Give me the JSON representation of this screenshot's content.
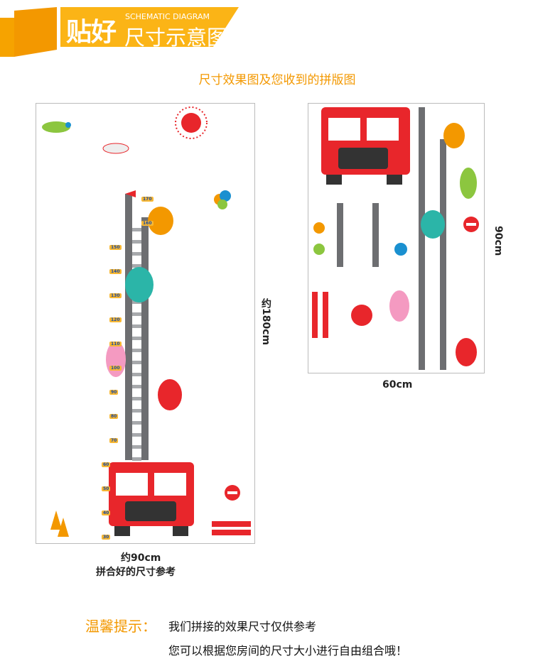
{
  "header": {
    "title_bold": "贴好",
    "title_light": "尺寸示意图",
    "title_en": "SCHEMATIC DIAGRAM"
  },
  "subtitle": "尺寸效果图及您收到的拼版图",
  "left_panel": {
    "height_label": "约180cm",
    "width_label": "约90cm",
    "caption": "拼合好的尺寸参考",
    "ruler_values": [
      30,
      40,
      50,
      60,
      70,
      80,
      90,
      100,
      110,
      120,
      130,
      140,
      150,
      160,
      170
    ]
  },
  "right_panel": {
    "height_label": "90cm",
    "width_label": "60cm"
  },
  "tips": {
    "label": "温馨提示：",
    "line1": "我们拼接的效果尺寸仅供参考",
    "line2": "您可以根据您房间的尺寸大小进行自由组合哦！"
  },
  "colors": {
    "accent": "#f39800",
    "banner": "#fbb416",
    "truck": "#e8262b",
    "ladder": "#6d6e71"
  }
}
